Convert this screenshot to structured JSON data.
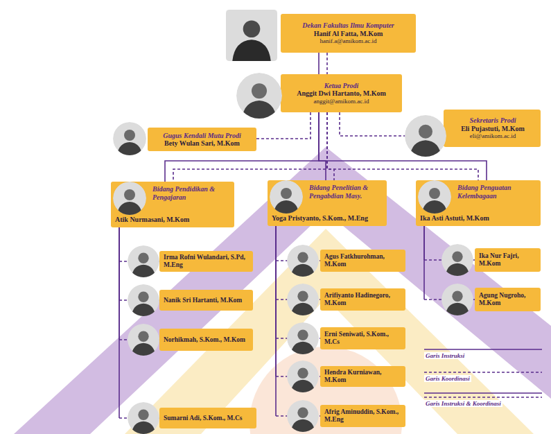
{
  "diagram": {
    "nodes": [
      {
        "text": [
          "Dekan Fakultas Ilmu Komputer",
          "Hanif Al Fatta, M.Kom",
          "hanif.a@amikom.ac.id"
        ]
      },
      {
        "text": [
          "Ketua Prodi",
          "Anggit Dwi Hartanto, M.Kom",
          "anggit@amikom.ac.id"
        ]
      },
      {
        "text": [
          "Gugus Kendali Mutu Prodi",
          "Bety Wulan Sari, M.Kom"
        ]
      },
      {
        "text": [
          "Sekretaris Prodi",
          "Eli Pujastuti, M.Kom",
          "eli@amikom.ac.id"
        ]
      },
      {
        "text": [
          "Bidang Pendidikan & Pengajaran",
          "Atik Nurmasani, M.Kom"
        ]
      },
      {
        "text": [
          "Bidang Penelitian & Pengabdian Masy.",
          "Yoga Pristyanto, S.Kom., M.Eng"
        ]
      },
      {
        "text": [
          "Bidang Penguatan Kelembagaan",
          "Ika Asti Astuti, M.Kom"
        ]
      },
      {
        "text": [
          "Irma Rofni Wulandari, S.Pd, M.Eng"
        ]
      },
      {
        "text": [
          "Nanik Sri Hartanti, M.Kom"
        ]
      },
      {
        "text": [
          "Norhikmah, S.Kom., M.Kom"
        ]
      },
      {
        "text": [
          "Sumarni Adi, S.Kom., M.Cs"
        ]
      },
      {
        "text": [
          "Agus Fatkhurohman, M.Kom"
        ]
      },
      {
        "text": [
          "Arifiyanto Hadinegoro, M.Kom"
        ]
      },
      {
        "text": [
          "Erni Seniwati, S.Kom., M.Cs"
        ]
      },
      {
        "text": [
          "Hendra Kurniawan, M.Kom"
        ]
      },
      {
        "text": [
          "Afrig Aminuddin, S.Kom., M.Eng"
        ]
      },
      {
        "text": [
          "Ika Nur Fajri, M.Kom"
        ]
      },
      {
        "text": [
          "Agung Nugroho, M.Kom"
        ]
      }
    ],
    "edges": [
      {
        "from": 0,
        "to": 1,
        "arrow": "none"
      },
      {
        "from": 1,
        "to": 2,
        "arrow": "none"
      },
      {
        "from": 1,
        "to": 3,
        "arrow": "none"
      },
      {
        "from": 1,
        "to": 4,
        "arrow": "none"
      },
      {
        "from": 1,
        "to": 5,
        "arrow": "none"
      },
      {
        "from": 1,
        "to": 6,
        "arrow": "none"
      },
      {
        "from": 4,
        "to": 7,
        "arrow": "none"
      },
      {
        "from": 4,
        "to": 8,
        "arrow": "none"
      },
      {
        "from": 4,
        "to": 9,
        "arrow": "none"
      },
      {
        "from": 4,
        "to": 10,
        "arrow": "none"
      },
      {
        "from": 5,
        "to": 11,
        "arrow": "none"
      },
      {
        "from": 5,
        "to": 12,
        "arrow": "none"
      },
      {
        "from": 5,
        "to": 13,
        "arrow": "none"
      },
      {
        "from": 5,
        "to": 14,
        "arrow": "none"
      },
      {
        "from": 5,
        "to": 15,
        "arrow": "none"
      },
      {
        "from": 6,
        "to": 16,
        "arrow": "none"
      },
      {
        "from": 6,
        "to": 17,
        "arrow": "none"
      }
    ],
    "legend": [
      {
        "text": "Garis Instruksi"
      },
      {
        "text": "Garis Koordinasi"
      },
      {
        "text": "Garis Instruksi & Koordinasi"
      }
    ]
  }
}
